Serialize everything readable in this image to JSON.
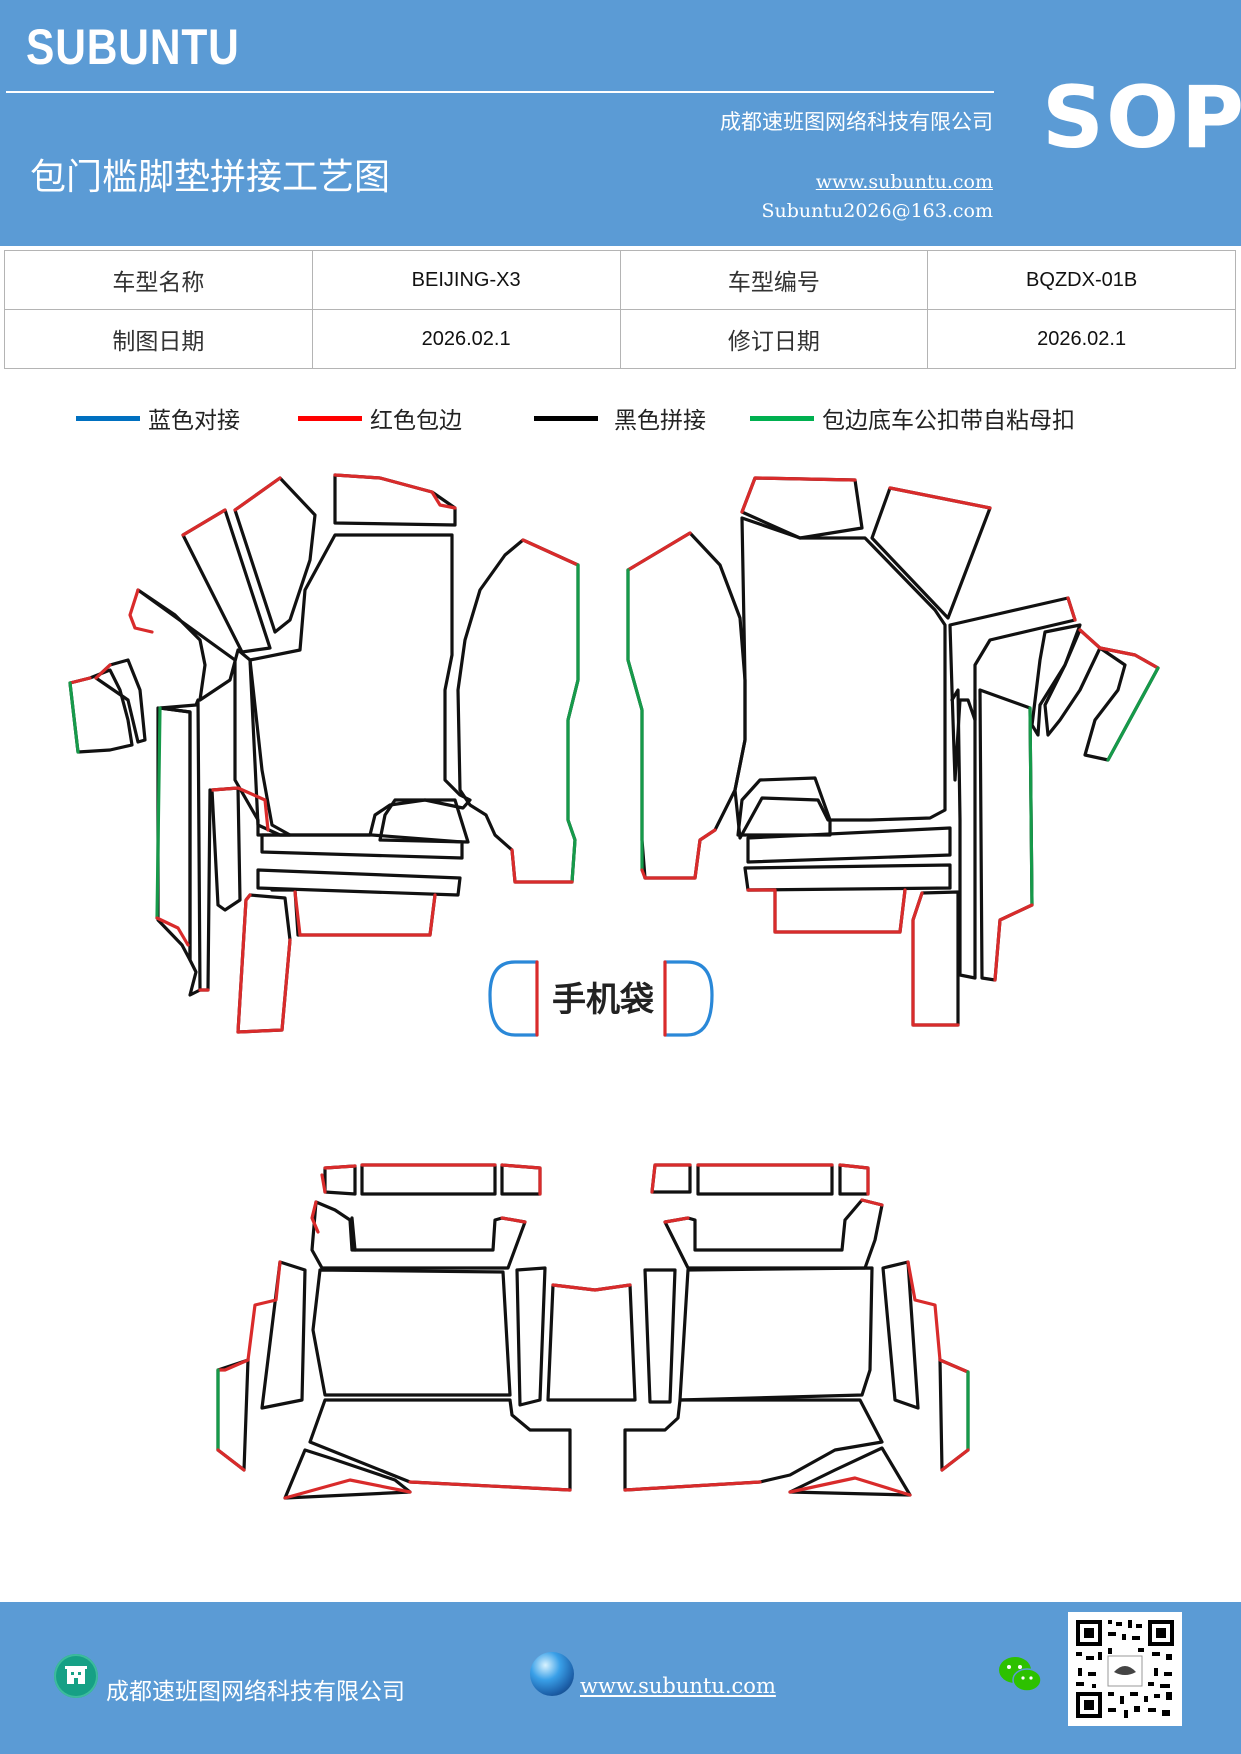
{
  "header": {
    "brand": "SUBUNTU",
    "company": "成都速班图网络科技有限公司",
    "title": "包门槛脚垫拼接工艺图",
    "website": "www.subuntu.com",
    "email": "Subuntu2026@163.com",
    "doc_type": "SOP",
    "bg_color": "#5b9bd5"
  },
  "info_table": {
    "rows": [
      [
        "车型名称",
        "BEIJING-X3",
        "车型编号",
        "BQZDX-01B"
      ],
      [
        "制图日期",
        "2026.02.1",
        "修订日期",
        "2026.02.1"
      ]
    ]
  },
  "legend": [
    {
      "label": "蓝色对接",
      "color": "#0070c0"
    },
    {
      "label": "红色包边",
      "color": "#ff0000"
    },
    {
      "label": "黑色拼接",
      "color": "#000000"
    },
    {
      "label": "包边底车公扣带自粘母扣",
      "color": "#00b050"
    }
  ],
  "diagram": {
    "phone_bag_label": "手机袋",
    "colors": {
      "blue": "#2a88d8",
      "red": "#d92b2b",
      "black": "#111111",
      "green": "#169a4a"
    }
  },
  "footer": {
    "company": "成都速班图网络科技有限公司",
    "website": "www.subuntu.com",
    "icons": [
      "building-icon",
      "globe-icon",
      "wechat-icon",
      "qr-code"
    ]
  }
}
